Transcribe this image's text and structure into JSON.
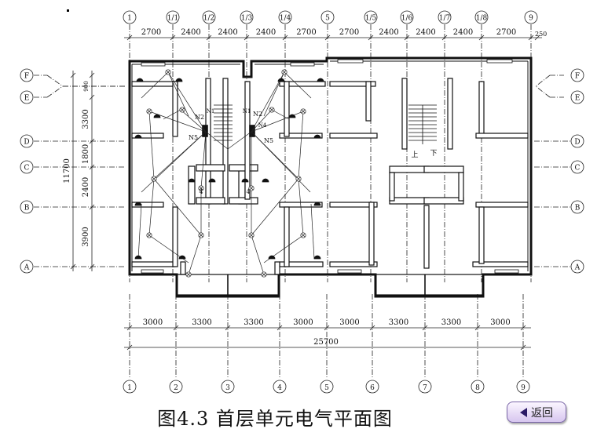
{
  "caption": "图4.3  首层单元电气平面图",
  "back_button": {
    "label": "返回",
    "icon": "left-triangle-icon"
  },
  "axes": {
    "top": [
      "1",
      "1/1",
      "1/2",
      "1/3",
      "1/4",
      "5",
      "1/5",
      "1/6",
      "1/7",
      "1/8",
      "9"
    ],
    "bottom": [
      "1",
      "2",
      "3",
      "4",
      "5",
      "6",
      "7",
      "8",
      "9"
    ],
    "rows": [
      "F",
      "E",
      "D",
      "C",
      "B",
      "A"
    ]
  },
  "dims": {
    "top": [
      "2700",
      "2400",
      "2400",
      "2400",
      "2700",
      "2700",
      "2400",
      "2400",
      "2400",
      "2700"
    ],
    "top_extra": "250",
    "bottom": [
      "3000",
      "3300",
      "3300",
      "3000",
      "3000",
      "3300",
      "3300",
      "3000"
    ],
    "total": "25700",
    "left": [
      "900",
      "3300",
      "1800",
      "2400",
      "3900"
    ],
    "left_total": "11700"
  },
  "labels": {
    "n2a": "N2",
    "n5a": "N5",
    "n2b": "N2",
    "n5b": "N5",
    "n1a": "N1",
    "n1b": "N1",
    "n4": "N4",
    "num4a": "4",
    "num4b": "4",
    "up": "上",
    "down": "下"
  }
}
